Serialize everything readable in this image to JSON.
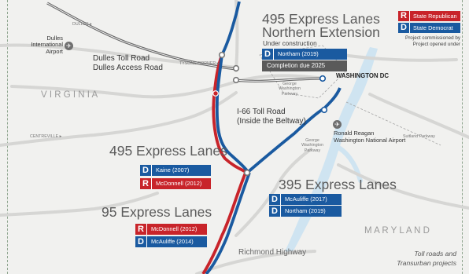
{
  "map": {
    "labels": {
      "dulles_road_sign": "DULLES ▸",
      "tysons_corner": "TYSONS CORNER ▸",
      "centreville": "CENTREVILLE ▸",
      "gw_parkway_north": "George Washington Parkway",
      "gw_parkway_south": "George Washington Parkway",
      "suitland_parkway": "Suitland Parkway",
      "dulles_airport": "Dulles International Airport",
      "dulles_toll_road": "Dulles Toll Road",
      "dulles_access_road": "Dulles Access Road",
      "washington_dc": "WASHINGTON DC",
      "i66_toll_road": "I-66 Toll Road",
      "inside_beltway": "(Inside the Beltway)",
      "reagan_airport_line1": "Ronald Reagan",
      "reagan_airport_line2": "Washington National Airport",
      "virginia": "V I R G I N I A",
      "maryland": "M A R Y L A N D",
      "richmond_highway": "Richmond Highway"
    },
    "route_colors": {
      "express": "#1a5aa0",
      "republican": "#c8242a",
      "grey_route": "#6b6b6b",
      "water": "#cfe4f1"
    }
  },
  "projects": {
    "northern_extension": {
      "title_line1": "495 Express Lanes",
      "title_line2": "Northern Extension",
      "status": "Under construction",
      "badge_letter": "D",
      "badge_text": "Northam (2019)",
      "completion": "Completion due 2025"
    },
    "express_495": {
      "title": "495 Express Lanes",
      "badges": [
        {
          "letter": "D",
          "text": "Kaine (2007)"
        },
        {
          "letter": "R",
          "text": "McDonnell (2012)"
        }
      ]
    },
    "express_395": {
      "title": "395 Express Lanes",
      "badges": [
        {
          "letter": "D",
          "text": "McAuliffe (2017)"
        },
        {
          "letter": "D",
          "text": "Northam (2019)"
        }
      ]
    },
    "express_95": {
      "title": "95 Express Lanes",
      "badges": [
        {
          "letter": "R",
          "text": "McDonnell (2012)"
        },
        {
          "letter": "D",
          "text": "McAuliffe (2014)"
        }
      ]
    }
  },
  "legend": {
    "items": [
      {
        "letter": "R",
        "text": "State Republican",
        "color": "#c8242a"
      },
      {
        "letter": "D",
        "text": "State Democrat",
        "color": "#1a5aa0"
      }
    ],
    "note_line1": "Project commissioned by",
    "note_line2": "Project opened under"
  },
  "footnote": {
    "line1": "Toll roads and",
    "line2": "Transurban projects"
  }
}
